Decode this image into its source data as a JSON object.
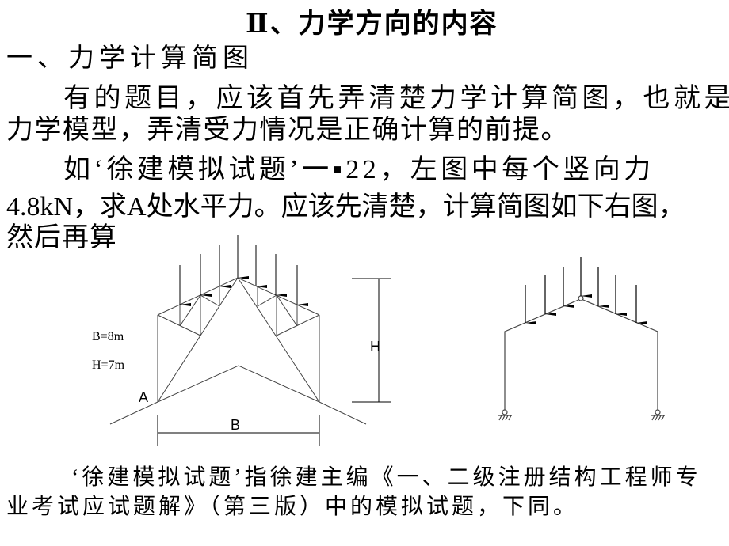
{
  "slide": {
    "title": "Ⅱ、力学方向的内容",
    "heading": "一、力学计算简图",
    "paragraph1": [
      "有的题目，应该首先弄清楚力学计算简图，也就是",
      "力学模型，弄清受力情况是正确计算的前提。"
    ],
    "paragraph2": [
      "如‘徐建模拟试题’一▪22，左图中每个竖向力",
      "4.8kN，求A处水平力。应该先清楚，计算简图如下右图，",
      "然后再算"
    ],
    "note": [
      "‘徐建模拟试题’指徐建主编《一、二级注册结构工程师专",
      "业考试应试题解》（第三版）中的模拟试题，下同。"
    ]
  },
  "left_figure": {
    "params": [
      "B=8m",
      "H=7m"
    ],
    "point_label": "A",
    "dim_height_label": "H",
    "dim_width_label": "B",
    "load_count": 7
  },
  "right_figure": {
    "load_count": 7,
    "supports": "pinned-both",
    "ridge": "hinge"
  }
}
